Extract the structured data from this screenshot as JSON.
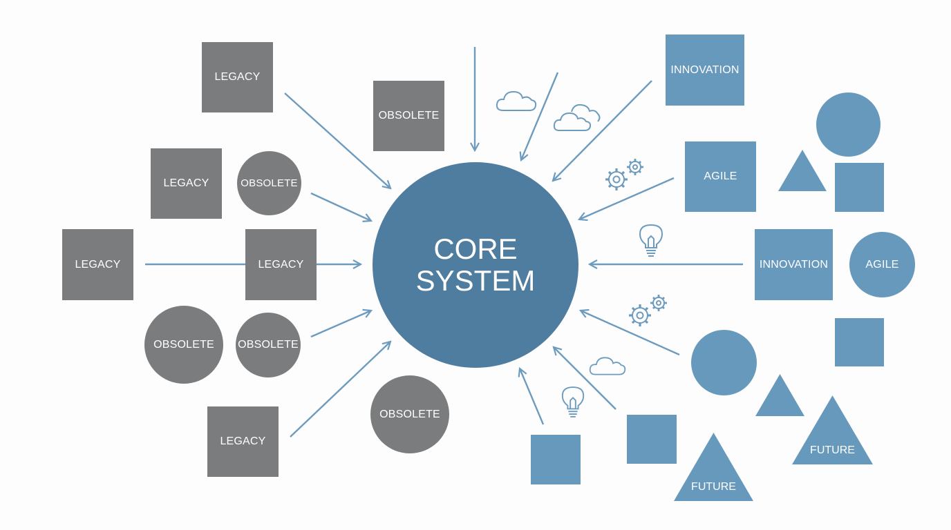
{
  "core": {
    "line1": "CORE",
    "line2": "SYSTEM",
    "color": "#4f7d9f"
  },
  "colors": {
    "legacy": "#7b7c7e",
    "future": "#6799bd",
    "arrow": "#6d9bbd",
    "icon": "#6d9bbd"
  },
  "legacy_side": {
    "labels": {
      "legacy_top": "LEGACY",
      "legacy_upper": "LEGACY",
      "legacy_left": "LEGACY",
      "legacy_mid": "LEGACY",
      "legacy_bottom": "LEGACY",
      "obsolete_top": "OBSOLETE",
      "obsolete_upper": "OBSOLETE",
      "obsolete_lower_left": "OBSOLETE",
      "obsolete_lower_right": "OBSOLETE",
      "obsolete_bottom": "OBSOLETE"
    }
  },
  "future_side": {
    "labels": {
      "innovation_top": "INNOVATION",
      "agile_mid": "AGILE",
      "innovation_mid": "INNOVATION",
      "agile_circle": "AGILE",
      "future_right": "FUTURE",
      "future_bottom": "FUTURE"
    }
  },
  "icons": [
    "cloud-icon",
    "cloud-icon",
    "gear-icon",
    "lightbulb-icon",
    "gear-icon",
    "cloud-icon",
    "lightbulb-icon"
  ]
}
